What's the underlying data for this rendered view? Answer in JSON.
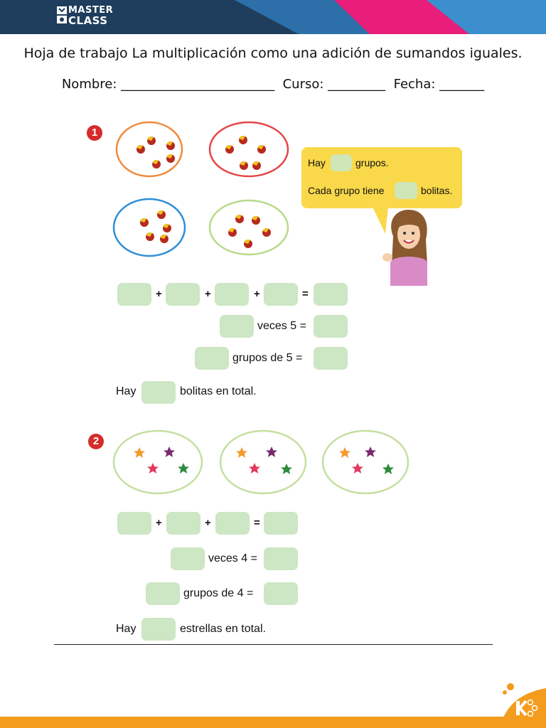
{
  "header": {
    "logo_line1": "MASTER",
    "logo_line2": "CLASS"
  },
  "title": "Hoja de trabajo La multiplicación como una adición de sumandos iguales.",
  "form": {
    "line": "Nombre: ________________________  Curso: _________  Fecha: _______"
  },
  "exercise1": {
    "number": "1",
    "bubble": {
      "line1_pre": "Hay",
      "line1_post": "grupos.",
      "line2_pre": "Cada grupo tiene",
      "line2_post": "bolitas."
    },
    "ops": {
      "plus": "+",
      "equals": "="
    },
    "row2_label": "veces 5 =",
    "row3_label": "grupos de 5 =",
    "total_pre": "Hay",
    "total_post": "bolitas en total."
  },
  "exercise2": {
    "number": "2",
    "ops": {
      "plus": "+",
      "equals": "="
    },
    "row2_label": "veces 4 =",
    "row3_label": "grupos de 4 =",
    "total_pre": "Hay",
    "total_post": "estrellas en total."
  },
  "colors": {
    "banner_dark": "#1f3d5c",
    "banner_blue": "#3a8fcc",
    "banner_pink": "#e81e7a",
    "answer_box": "#cde6c4",
    "number_badge": "#d62b2b",
    "bubble": "#f9d84a",
    "footer": "#f39c1e"
  },
  "icons": {
    "ball": "red-yellow-ball-icon",
    "star": "star-icon",
    "girl": "girl-illustration",
    "logo": "masterclass-logo-icon",
    "brand": "kiddoe-logo-icon"
  }
}
